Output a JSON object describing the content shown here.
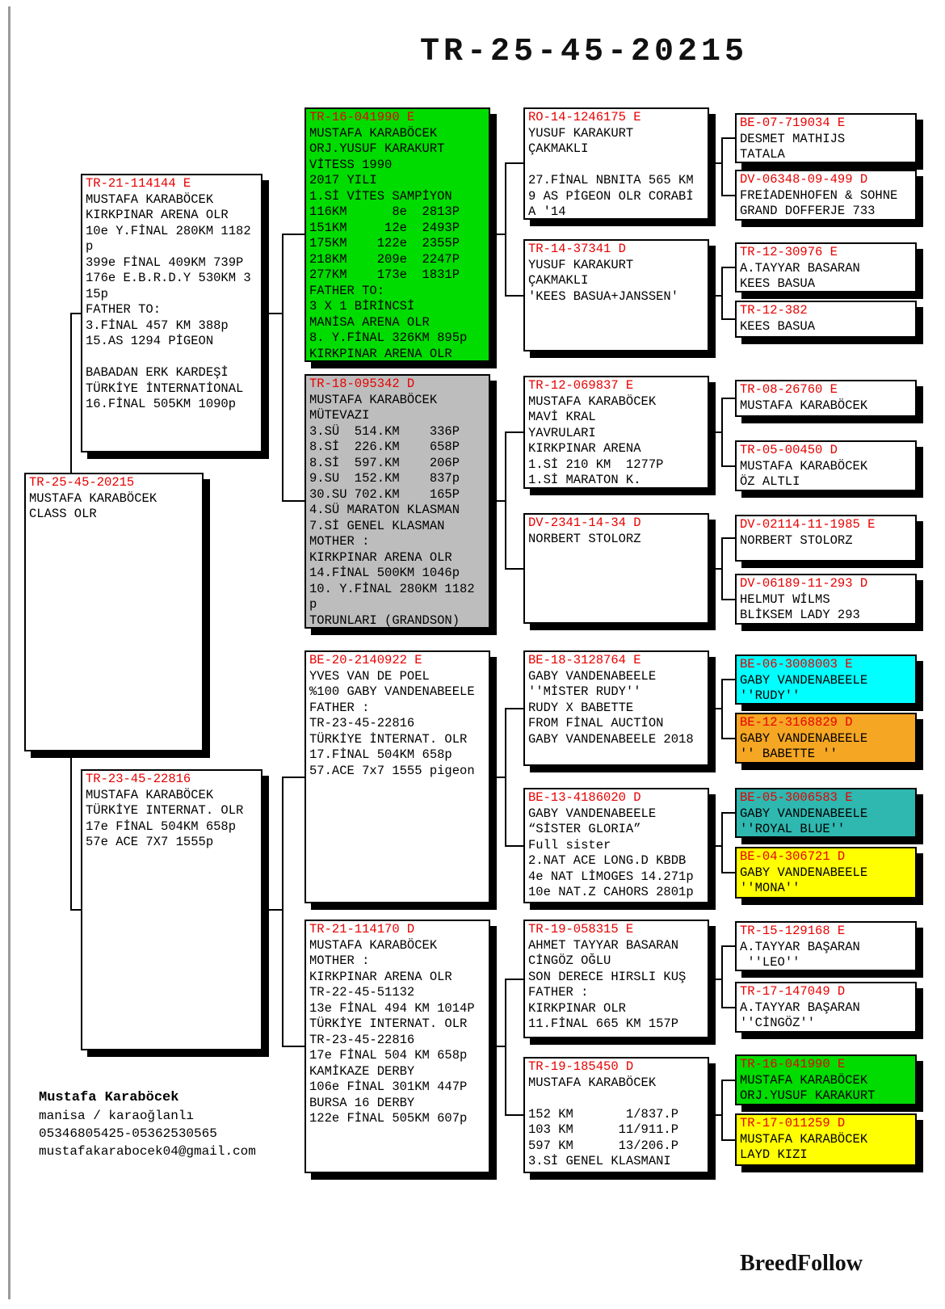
{
  "page": {
    "title": "TR-25-45-20215",
    "brand": "BreedFollow"
  },
  "colors": {
    "header_red": "#e80000",
    "green": "#00dc00",
    "gray": "#bdbdbd",
    "cyan": "#00ffff",
    "teal": "#2eb8b0",
    "orange": "#f5a623",
    "yellow": "#ffff00",
    "line": "#000000"
  },
  "subject": {
    "id": "TR-25-45-20215",
    "body": "MUSTAFA KARABÖCEK\nCLASS OLR"
  },
  "gen1": [
    {
      "id": "TR-21-114144 E",
      "body": "MUSTAFA KARABÖCEK\nKIRKPINAR ARENA OLR\n10e Y.FİNAL 280KM 1182\np\n399e FİNAL 409KM 739P\n176e E.B.R.D.Y 530KM 3\n15p\nFATHER TO:\n3.FİNAL 457 KM 388p\n15.AS 1294 PİGEON\n\nBABADAN ERK KARDEŞİ\nTÜRKİYE İNTERNATİONAL\n16.FİNAL 505KM 1090p"
    },
    {
      "id": "TR-23-45-22816",
      "body": "MUSTAFA KARABÖCEK\nTÜRKİYE INTERNAT. OLR\n17e FİNAL 504KM 658p\n57e ACE 7X7 1555p"
    }
  ],
  "gen2": [
    {
      "id": "TR-16-041990 E",
      "body": "MUSTAFA KARABÖCEK\nORJ.YUSUF KARAKURT\nVİTESS 1990\n2017 YILI\n1.Sİ VİTES SAMPİYON\n116KM      8e  2813P\n151KM     12e  2493P\n175KM    122e  2355P\n218KM    209e  2247P\n277KM    173e  1831P\nFATHER TO:\n3 X 1 BİRİNCSİ\nMANİSA ARENA OLR\n8. Y.FİNAL 326KM 895p\nKIRKPINAR ARENA OLR"
    },
    {
      "id": "TR-18-095342 D",
      "body": "MUSTAFA KARABÖCEK\nMÜTEVAZI\n3.SÜ  514.KM    336P\n8.Sİ  226.KM    658P\n8.Sİ  597.KM    206P\n9.SU  152.KM    837p\n30.SU 702.KM    165P\n4.SÜ MARATON KLASMAN\n7.Sİ GENEL KLASMAN\nMOTHER :\nKIRKPINAR ARENA OLR\n14.FİNAL 500KM 1046p\n10. Y.FİNAL 280KM 1182\np\nTORUNLARI (GRANDSON)"
    },
    {
      "id": "BE-20-2140922 E",
      "body": "YVES VAN DE POEL\n%100 GABY VANDENABEELE\nFATHER :\nTR-23-45-22816\nTÜRKİYE İNTERNAT. OLR\n17.FİNAL 504KM 658p\n57.ACE 7x7 1555 pigeon"
    },
    {
      "id": "TR-21-114170 D",
      "body": "MUSTAFA KARABÖCEK\nMOTHER :\nKIRKPINAR ARENA OLR\nTR-22-45-51132\n13e FİNAL 494 KM 1014P\nTÜRKİYE INTERNAT. OLR\nTR-23-45-22816\n17e FİNAL 504 KM 658p\nKAMİKAZE DERBY\n106e FİNAL 301KM 447P\nBURSA 16 DERBY\n122e FİNAL 505KM 607p"
    }
  ],
  "gen3": [
    {
      "id": "RO-14-1246175 E",
      "body": "YUSUF KARAKURT\nÇAKMAKLI\n\n27.FİNAL NBNITA 565 KM\n9 AS PİGEON OLR CORABİ\nA '14"
    },
    {
      "id": "TR-14-37341 D",
      "body": "YUSUF KARAKURT\nÇAKMAKLI\n'KEES BASUA+JANSSEN'"
    },
    {
      "id": "TR-12-069837 E",
      "body": "MUSTAFA KARABÖCEK\nMAVİ KRAL\nYAVRULARI\nKIRKPINAR ARENA\n1.Sİ 210 KM  1277P\n1.Sİ MARATON K."
    },
    {
      "id": "DV-2341-14-34 D",
      "body": "NORBERT STOLORZ"
    },
    {
      "id": "BE-18-3128764 E",
      "body": "GABY VANDENABEELE\n''MİSTER RUDY''\nRUDY X BABETTE\nFROM FİNAL AUCTİON\nGABY VANDENABEELE 2018"
    },
    {
      "id": "BE-13-4186020 D",
      "body": "GABY VANDENABEELE\n“SİSTER GLORIA”\nFull sister\n2.NAT ACE LONG.D KBDB\n4e NAT LİMOGES 14.271p\n10e NAT.Z CAHORS 2801p"
    },
    {
      "id": "TR-19-058315 E",
      "body": "AHMET TAYYAR BASARAN\nCİNGÖZ OĞLU\nSON DERECE HIRSLI KUŞ\nFATHER :\nKIRKPINAR OLR\n11.FİNAL 665 KM 157P"
    },
    {
      "id": "TR-19-185450 D",
      "body": "MUSTAFA KARABÖCEK\n\n152 KM       1/837.P\n103 KM      11/911.P\n597 KM      13/206.P\n3.Sİ GENEL KLASMANI"
    }
  ],
  "gen4": [
    {
      "id": "BE-07-719034 E",
      "body": "DESMET MATHIJS\nTATALA"
    },
    {
      "id": "DV-06348-09-499 D",
      "body": "FREİADENHOFEN & SOHNE\nGRAND DOFFERJE 733"
    },
    {
      "id": "TR-12-30976 E",
      "body": "A.TAYYAR BASARAN\nKEES BASUA"
    },
    {
      "id": "TR-12-382",
      "body": "KEES BASUA"
    },
    {
      "id": "TR-08-26760 E",
      "body": "MUSTAFA KARABÖCEK"
    },
    {
      "id": "TR-05-00450 D",
      "body": "MUSTAFA KARABÖCEK\nÖZ ALTLI"
    },
    {
      "id": "DV-02114-11-1985 E",
      "body": "NORBERT STOLORZ"
    },
    {
      "id": "DV-06189-11-293 D",
      "body": "HELMUT WİLMS\nBLİKSEM LADY 293"
    },
    {
      "id": "BE-06-3008003 E",
      "body": "GABY VANDENABEELE\n''RUDY''"
    },
    {
      "id": "BE-12-3168829 D",
      "body": "GABY VANDENABEELE\n'' BABETTE ''"
    },
    {
      "id": "BE-05-3006583 E",
      "body": "GABY VANDENABEELE\n''ROYAL BLUE''"
    },
    {
      "id": "BE-04-306721 D",
      "body": "GABY VANDENABEELE\n''MONA''"
    },
    {
      "id": "TR-15-129168 E",
      "body": "A.TAYYAR BAŞARAN\n ''LEO''"
    },
    {
      "id": "TR-17-147049 D",
      "body": "A.TAYYAR BAŞARAN\n''CİNGÖZ''"
    },
    {
      "id": "TR-16-041990 E",
      "body": "MUSTAFA KARABÖCEK\nORJ.YUSUF KARAKURT"
    },
    {
      "id": "TR-17-011259 D",
      "body": "MUSTAFA KARABÖCEK\nLAYD KIZI"
    }
  ],
  "contact": {
    "name": "Mustafa Karaböcek",
    "details": "manisa / karaoğlanlı\n05346805425-05362530565\nmustafakarabocek04@gmail.com"
  }
}
